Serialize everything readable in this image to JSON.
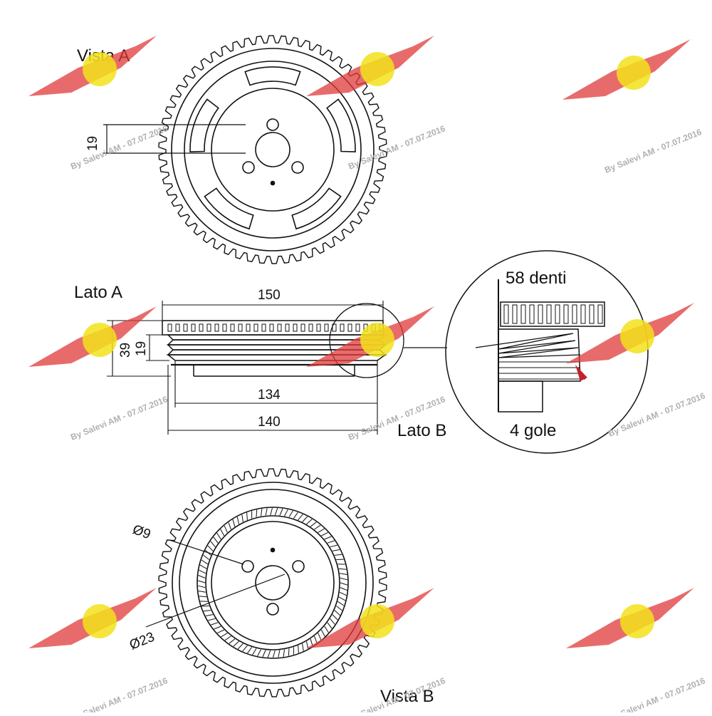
{
  "labels": {
    "vista_a": "Vista A",
    "lato_a": "Lato A",
    "lato_b": "Lato B",
    "vista_b": "Vista B",
    "denti": "58 denti",
    "gole": "4 gole"
  },
  "dimensions": {
    "d150": "150",
    "d134": "134",
    "d140": "140",
    "d39": "39",
    "d19_side": "19",
    "d19_top": "19",
    "dia9": "Ø9",
    "dia23": "Ø23"
  },
  "watermark": {
    "text": "By Salevi AM - 07.07.2016",
    "wing_color": "#e03a3a",
    "badge_color": "#f2e21b"
  },
  "colors": {
    "line": "#111111"
  }
}
